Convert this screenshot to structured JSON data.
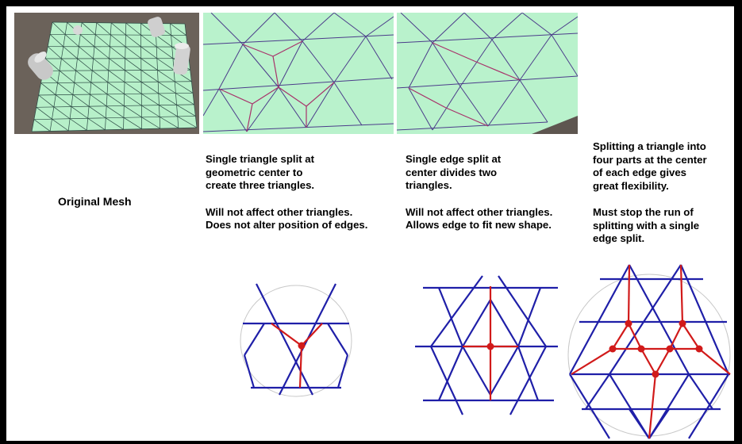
{
  "labels": {
    "original_mesh": "Original Mesh"
  },
  "triangle_split": {
    "lines": [
      "Single triangle split at",
      "geometric center to",
      "create three triangles."
    ],
    "notes": [
      "Will not affect other triangles.",
      "Does not alter position of edges."
    ]
  },
  "edge_split": {
    "lines": [
      "Single edge split at",
      "center divides two",
      "triangles."
    ],
    "notes": [
      "Will not affect other triangles.",
      "Allows edge to fit new shape."
    ]
  },
  "four_split": {
    "lines": [
      "Splitting a triangle into",
      "four parts at the center",
      "of each edge gives",
      "great flexibility."
    ],
    "notes": [
      "Must stop the run of",
      "splitting with a single",
      "edge split."
    ]
  },
  "colors": {
    "mesh_fill": "#b7f0c9",
    "mesh_line": "#243c3a",
    "ground": "#6b625a",
    "blue_edge": "#1f1fa8",
    "red_edge": "#d11a1a"
  }
}
